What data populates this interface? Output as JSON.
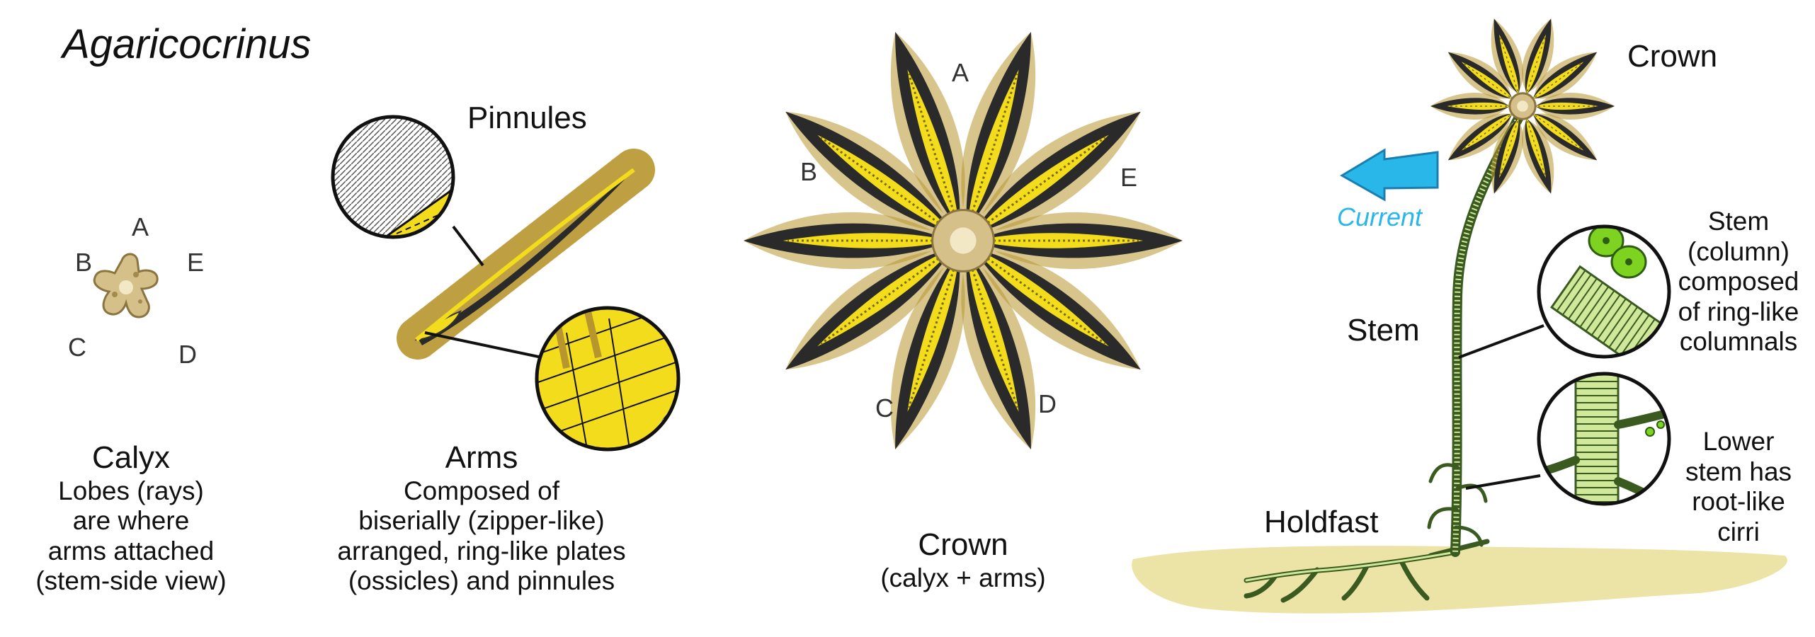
{
  "title": "Agaricocrinus",
  "ray_letters": [
    "A",
    "B",
    "C",
    "D",
    "E"
  ],
  "calyx": {
    "heading": "Calyx",
    "lines": [
      "Lobes (rays)",
      "are where",
      "arms attached",
      "(stem-side view)"
    ]
  },
  "arms": {
    "pinnules_label": "Pinnules",
    "heading": "Arms",
    "lines": [
      "Composed of",
      "biserially (zipper-like)",
      "arranged, ring-like plates",
      "(ossicles) and pinnules"
    ]
  },
  "crown_center": {
    "heading": "Crown",
    "sub": "(calyx + arms)"
  },
  "whole_animal": {
    "crown_label": "Crown",
    "current_label": "Current",
    "stem_label": "Stem",
    "holdfast_label": "Holdfast",
    "stem_note_lines": [
      "Stem",
      "(column)",
      "composed",
      "of ring-like",
      "columnals"
    ],
    "lower_note_lines": [
      "Lower",
      "stem has",
      "root-like",
      "cirri"
    ]
  },
  "colors": {
    "arm_yellow": "#f2dc1c",
    "arm_dark": "#2a2a2a",
    "pinnule_tan": "#b8962e",
    "calyx_tan": "#d6c08a",
    "stem_green": "#cfe89a",
    "stem_dark": "#3a5a20",
    "bright_green": "#7ed321",
    "seafloor": "#ece4a6",
    "current_blue": "#29b6e8"
  },
  "icons": [
    "calyx-icon",
    "arm-icon",
    "crown-icon",
    "current-arrow-icon",
    "stem-icon",
    "holdfast-icon"
  ]
}
